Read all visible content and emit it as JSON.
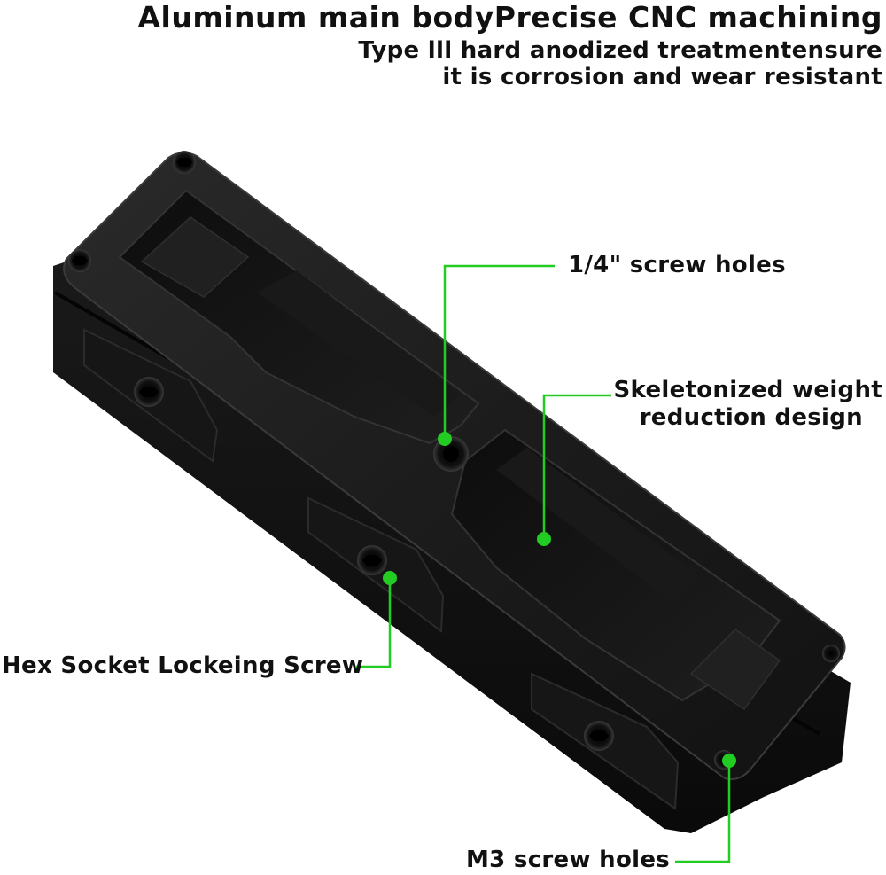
{
  "headline": "Aluminum main bodyPrecise CNC machining",
  "subheadline": {
    "line1": "Type lll hard anodized treatmentensure",
    "line2": "it is corrosion and wear resistant"
  },
  "callouts": {
    "screw_holes_quarter": "1/4\" screw holes",
    "skeletonized_line1": "Skeletonized weight",
    "skeletonized_line2": "reduction design",
    "hex_socket": "Hex Socket Lockeing Screw",
    "m3_holes": "M3 screw holes"
  },
  "colors": {
    "accent_green": "#22cc22",
    "product_black": "#141414",
    "background": "#ffffff"
  }
}
